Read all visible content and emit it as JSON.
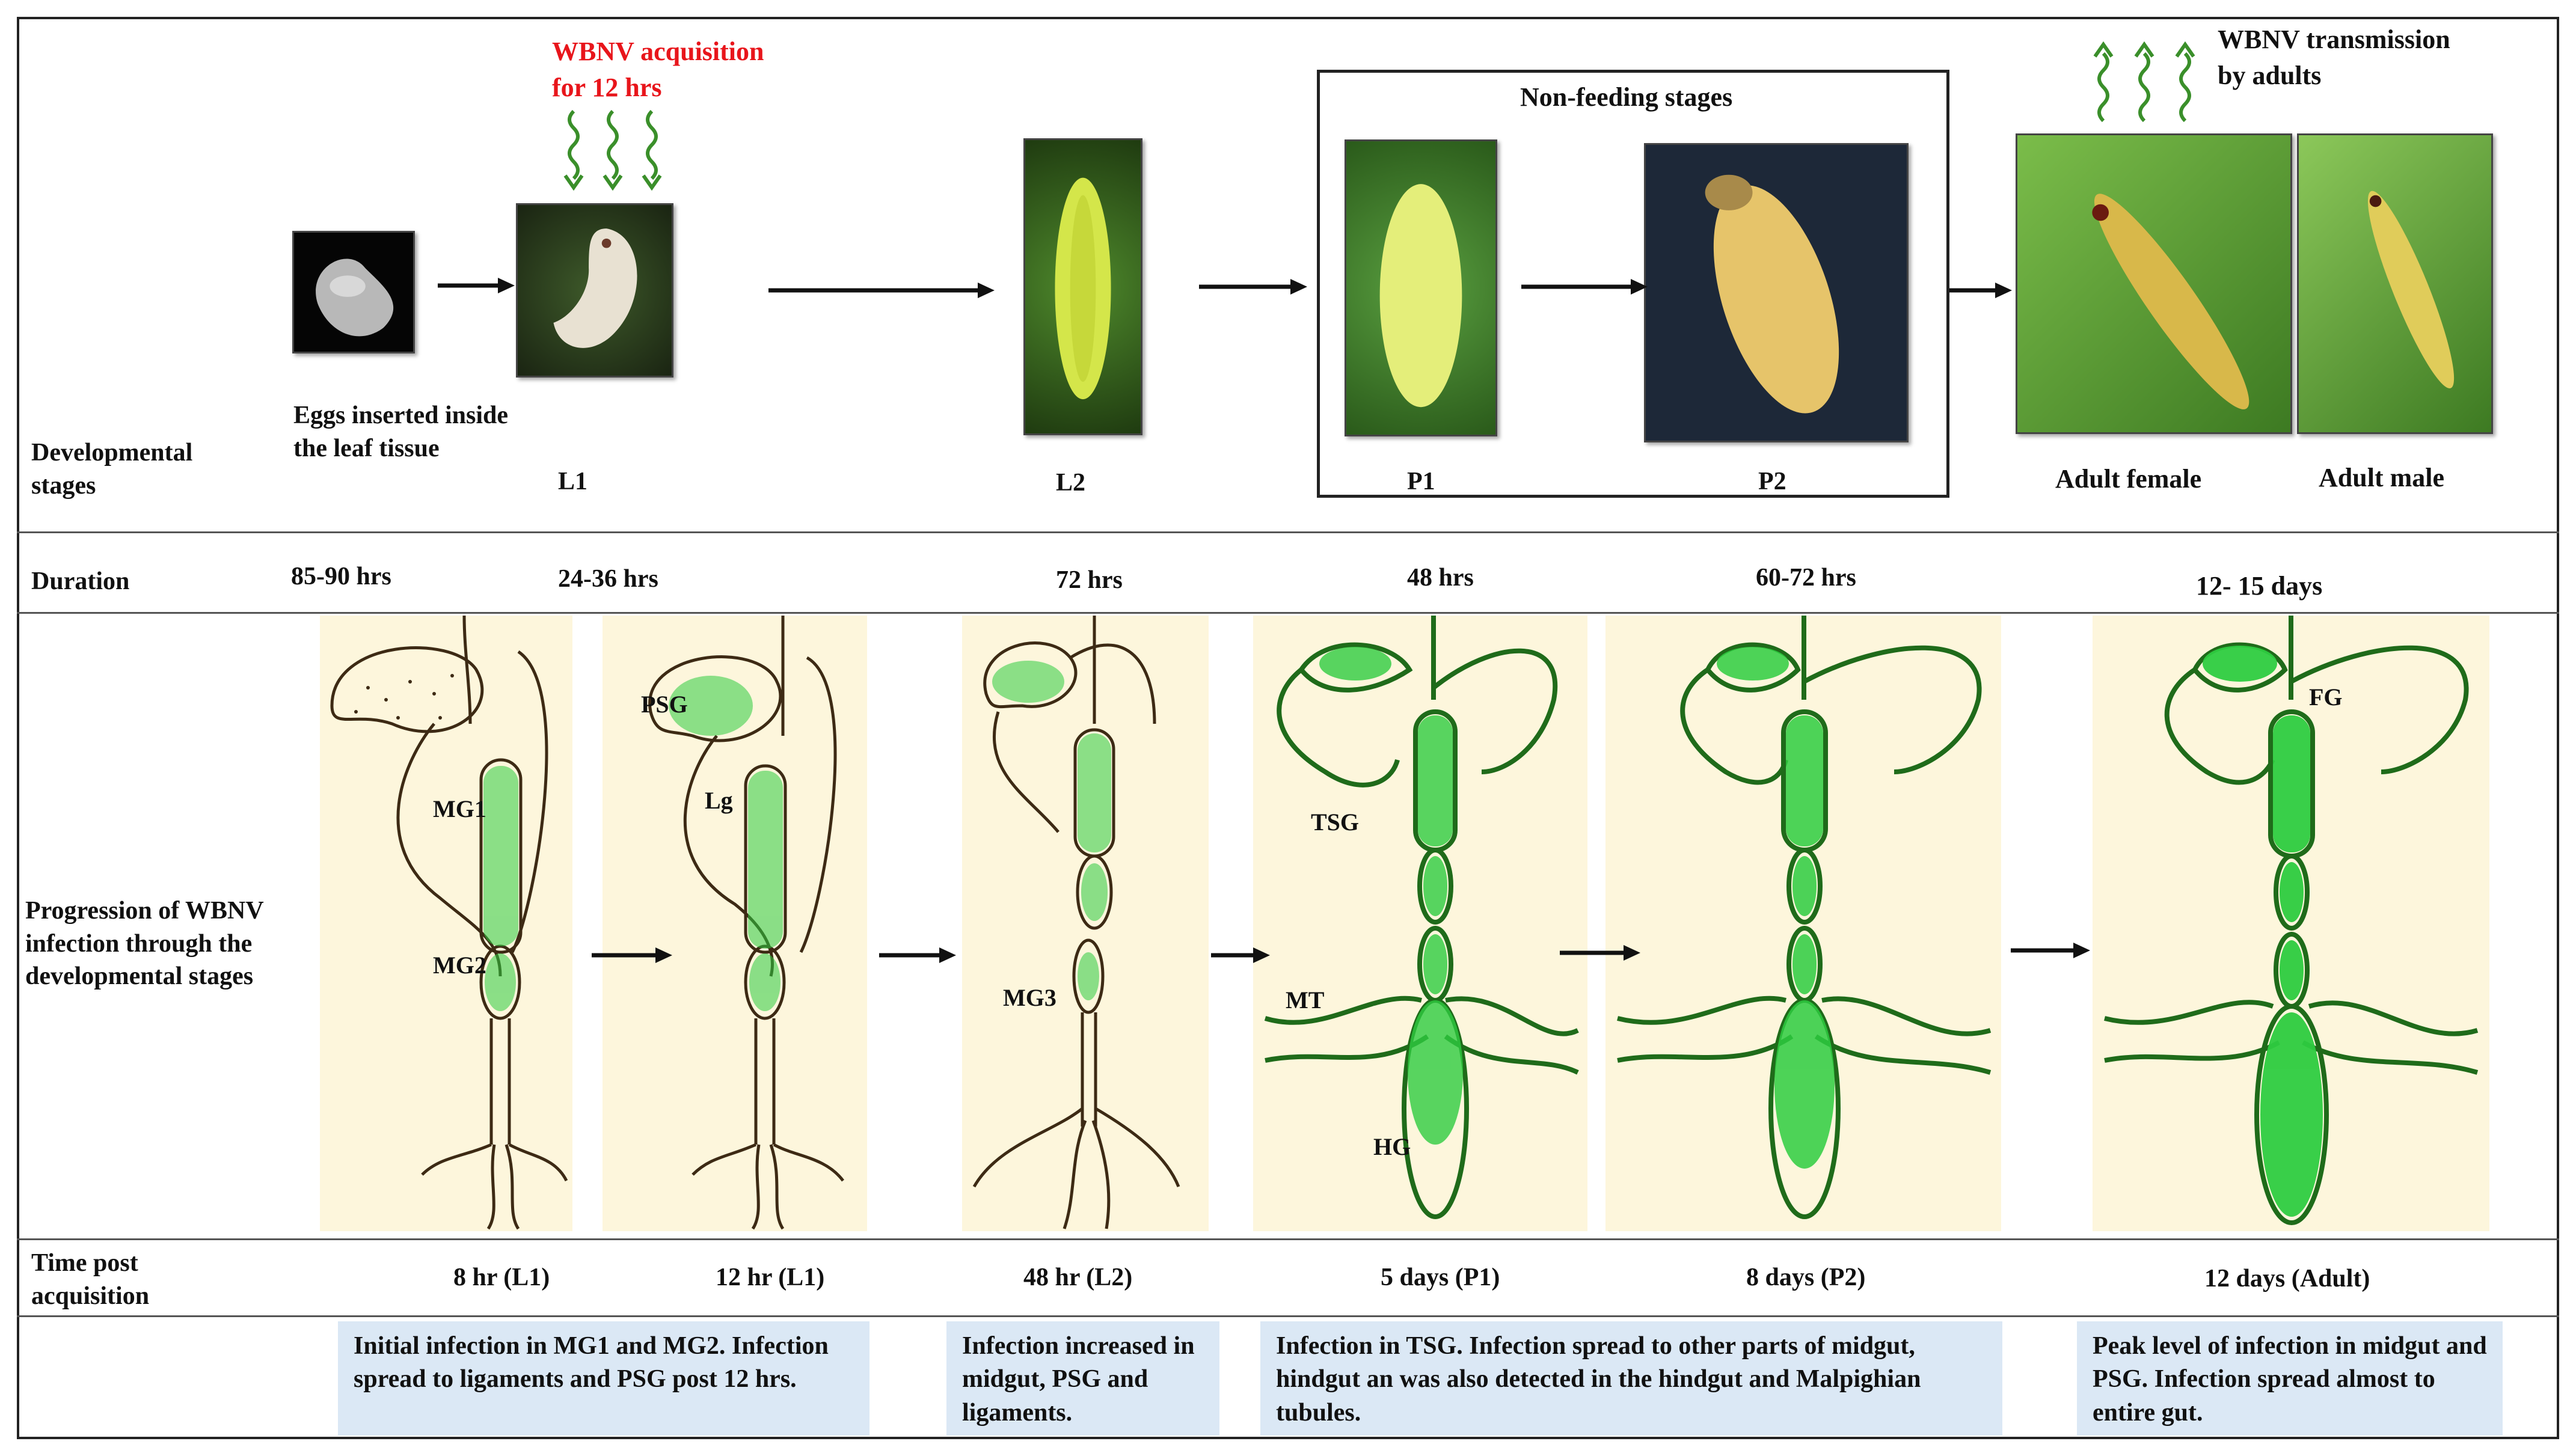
{
  "rows": {
    "developmental_stages": "Developmental stages",
    "duration": "Duration",
    "progression": "Progression of  WBNV infection through the developmental stages",
    "time_post_acquisition": "Time post acquisition"
  },
  "acquisition": {
    "line1": "WBNV acquisition",
    "line2": "for 12 hrs"
  },
  "transmission": {
    "line1": "WBNV transmission",
    "line2": "by adults"
  },
  "non_feeding_title": "Non-feeding stages",
  "stages": {
    "eggs": "Eggs inserted inside the leaf tissue",
    "l1": "L1",
    "l2": "L2",
    "p1": "P1",
    "p2": "P2",
    "adult_female": "Adult female",
    "adult_male": "Adult male"
  },
  "durations": {
    "eggs": "85-90 hrs",
    "l1": "24-36 hrs",
    "l2": "72 hrs",
    "p1": "48 hrs",
    "p2": "60-72 hrs",
    "adult": "12- 15 days"
  },
  "gut_labels": {
    "mg1": "MG1",
    "mg2": "MG2",
    "psg": "PSG",
    "lg": "Lg",
    "mg3": "MG3",
    "tsg": "TSG",
    "mt": "MT",
    "hg": "HG",
    "fg": "FG"
  },
  "times": [
    "8 hr (L1)",
    "12 hr (L1)",
    "48 hr (L2)",
    "5 days (P1)",
    "8 days (P2)",
    "12 days (Adult)"
  ],
  "descriptions": [
    "Initial infection in MG1 and MG2. Infection spread to ligaments and PSG post 12 hrs.",
    "Infection increased in midgut, PSG and ligaments.",
    "Infection in TSG. Infection spread to other parts of midgut, hindgut an was also detected in the hindgut and Malpighian tubules.",
    "Peak level of infection in midgut and PSG. Infection spread almost to entire gut."
  ],
  "colors": {
    "infection": "#2ecc40",
    "acquisition_text": "#e8151b",
    "description_bg": "#dbe8f5",
    "gut_bg": "#fdf6dc"
  }
}
